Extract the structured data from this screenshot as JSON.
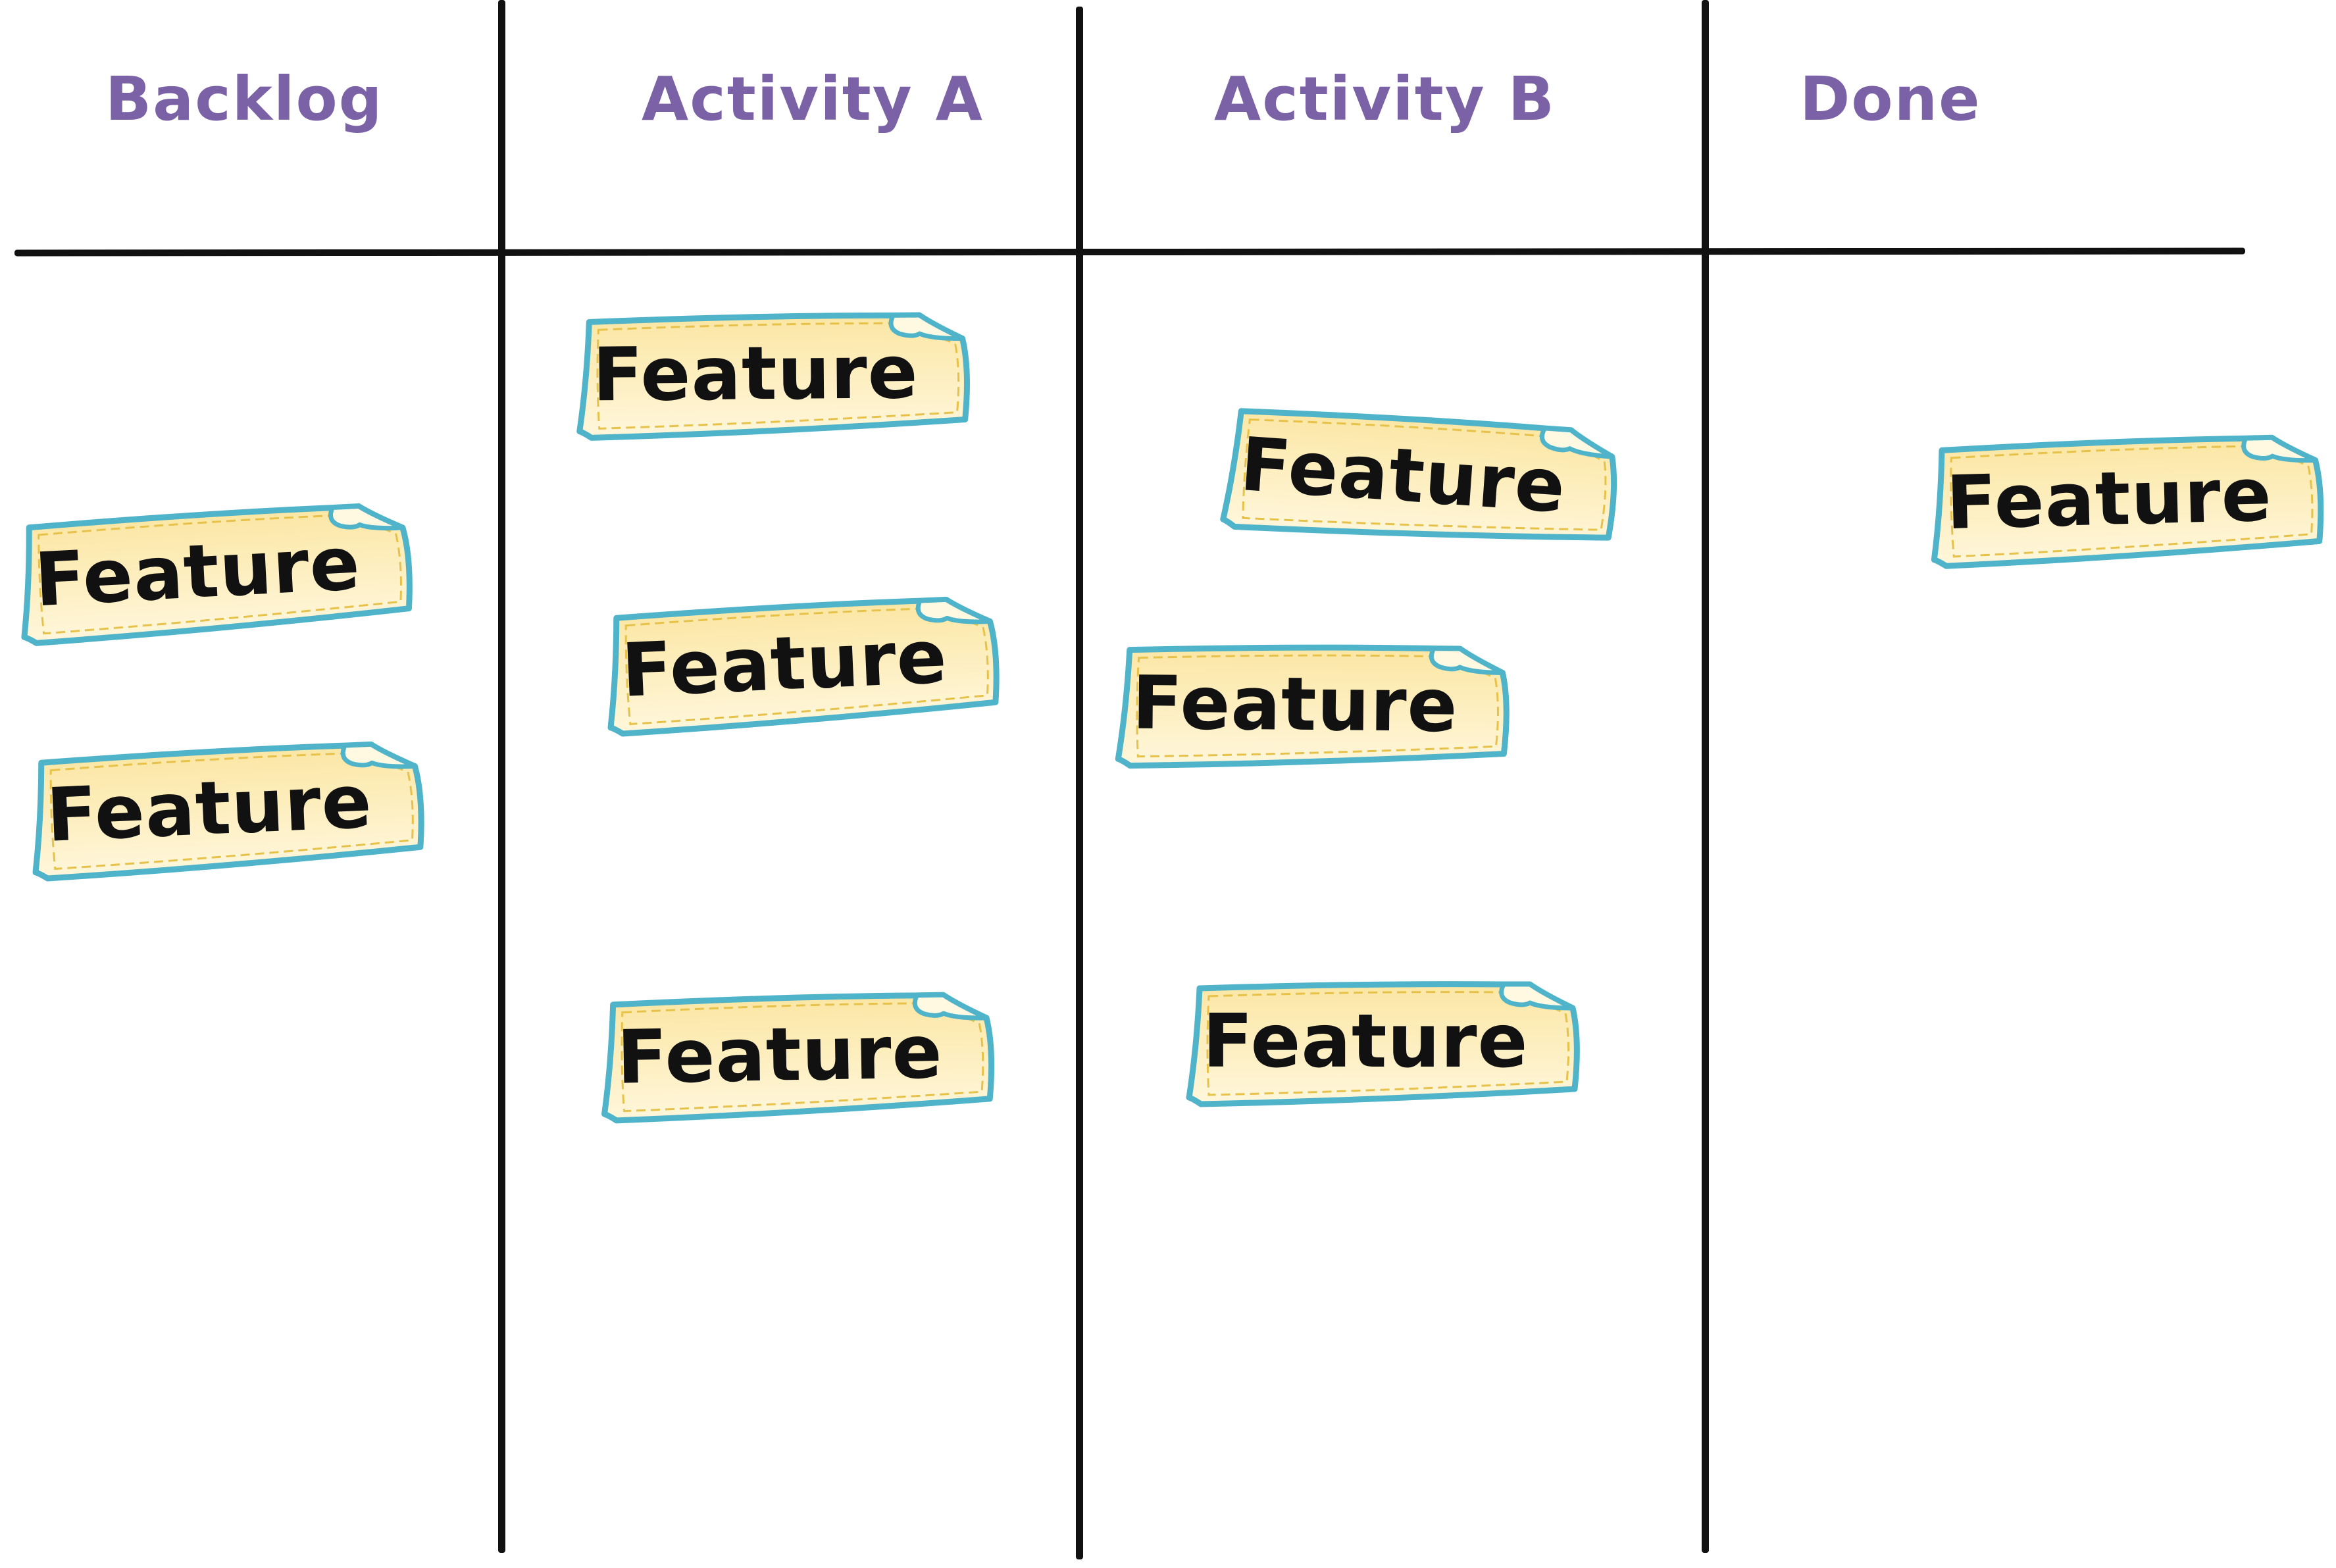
{
  "columns": [
    {
      "title": "Backlog"
    },
    {
      "title": "Activity A"
    },
    {
      "title": "Activity B"
    },
    {
      "title": "Done"
    }
  ],
  "cards": [
    {
      "column": "Backlog",
      "label": "Feature"
    },
    {
      "column": "Backlog",
      "label": "Feature"
    },
    {
      "column": "Activity A",
      "label": "Feature"
    },
    {
      "column": "Activity A",
      "label": "Feature"
    },
    {
      "column": "Activity A",
      "label": "Feature"
    },
    {
      "column": "Activity B",
      "label": "Feature"
    },
    {
      "column": "Activity B",
      "label": "Feature"
    },
    {
      "column": "Activity B",
      "label": "Feature"
    },
    {
      "column": "Done",
      "label": "Feature"
    }
  ],
  "colors": {
    "header_text": "#7b62a6",
    "card_fill_top": "#fbe6a3",
    "card_fill_bottom": "#fff7dc",
    "card_border": "#4fb3c9",
    "card_inner_dash": "#e6c24a",
    "card_text": "#111111",
    "grid_lines": "#111111"
  }
}
